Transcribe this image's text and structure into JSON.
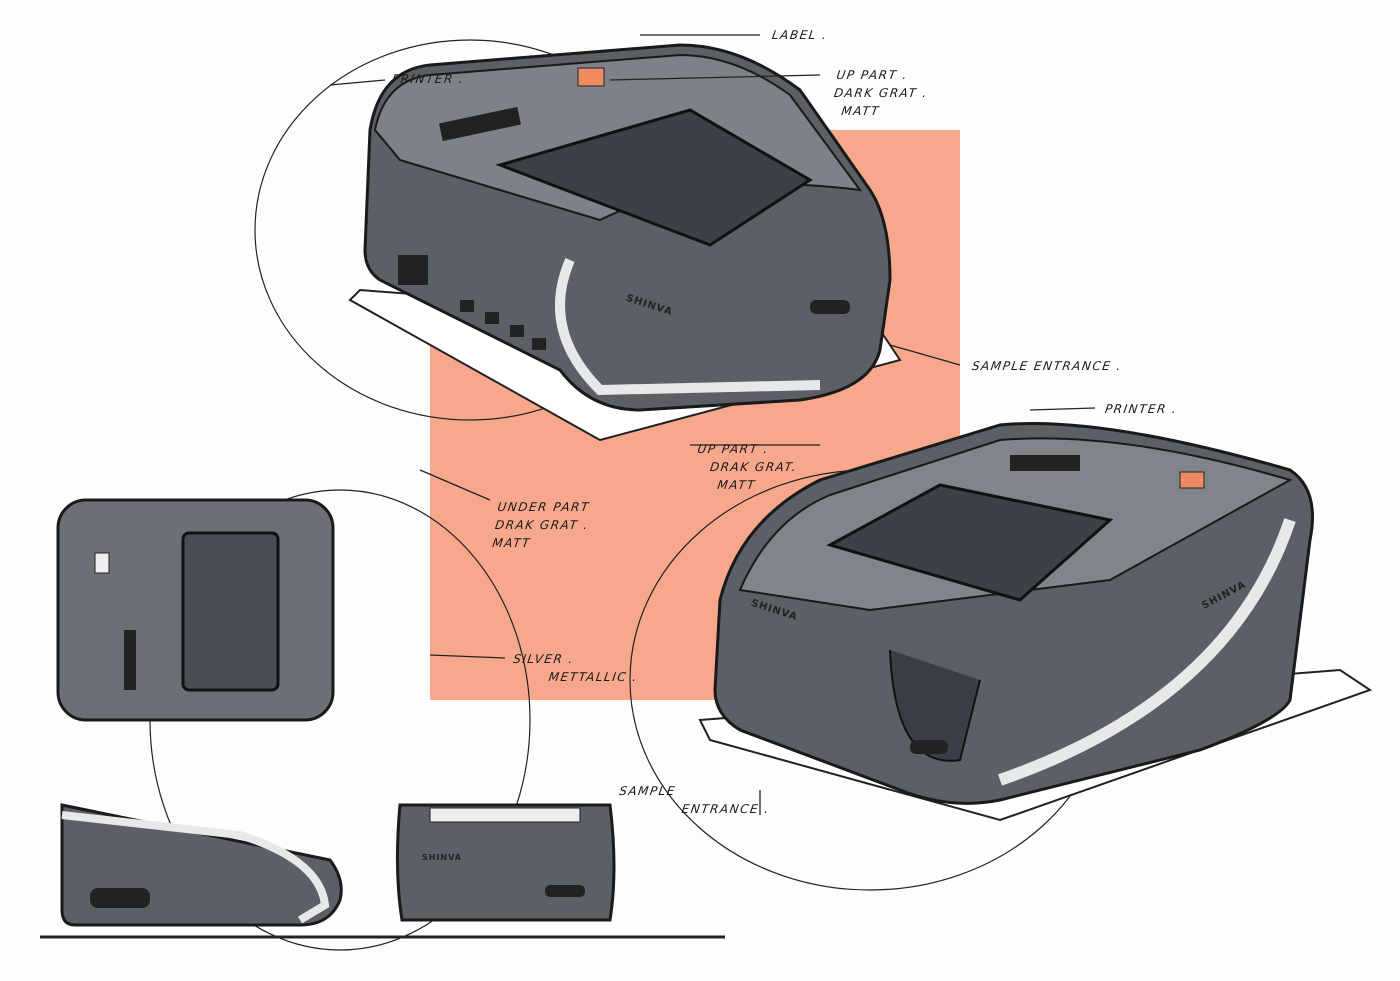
{
  "colors": {
    "accent": "#f7a88c",
    "body": "#5b5f66",
    "dark": "#3b3e44",
    "silver": "#d9dadd",
    "line": "#1a1a1a"
  },
  "annotations": {
    "label": "LABEL .",
    "printer_top": "PRINTER .",
    "up_part_top": [
      "UP PART .",
      "DARK GRAT .",
      "MATT"
    ],
    "sample_entrance_top": "SAMPLE ENTRANCE .",
    "printer_right": "PRINTER .",
    "up_part_mid": [
      "UP PART .",
      "DRAK GRAT.",
      "MATT"
    ],
    "under_part": [
      "UNDER PART",
      "DRAK GRAT .",
      "MATT"
    ],
    "silver": [
      "SILVER .",
      "METTALLIC ."
    ],
    "sample_entrance_bottom": [
      "SAMPLE",
      "ENTRANCE ."
    ]
  },
  "brand": "SHINVA"
}
